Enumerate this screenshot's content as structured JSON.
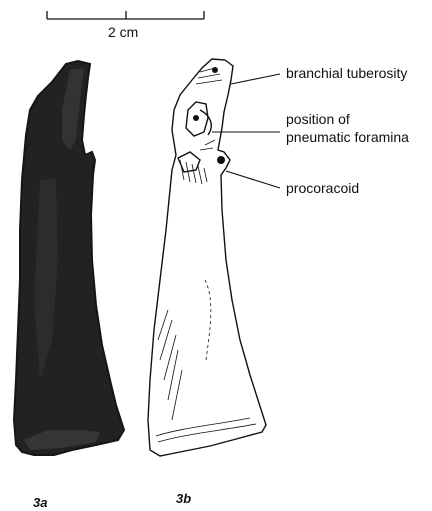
{
  "scale_bar": {
    "label": "2 cm"
  },
  "labels": {
    "branchial_tuberosity": "branchial tuberosity",
    "pneumatic_line1": "position of",
    "pneumatic_line2": "pneumatic foramina",
    "procoracoid": "procoracoid"
  },
  "panels": {
    "left": "3a",
    "right": "3b"
  },
  "colors": {
    "photo_bone": "#2b2b2b",
    "ink": "#111111",
    "paper": "#ffffff"
  }
}
